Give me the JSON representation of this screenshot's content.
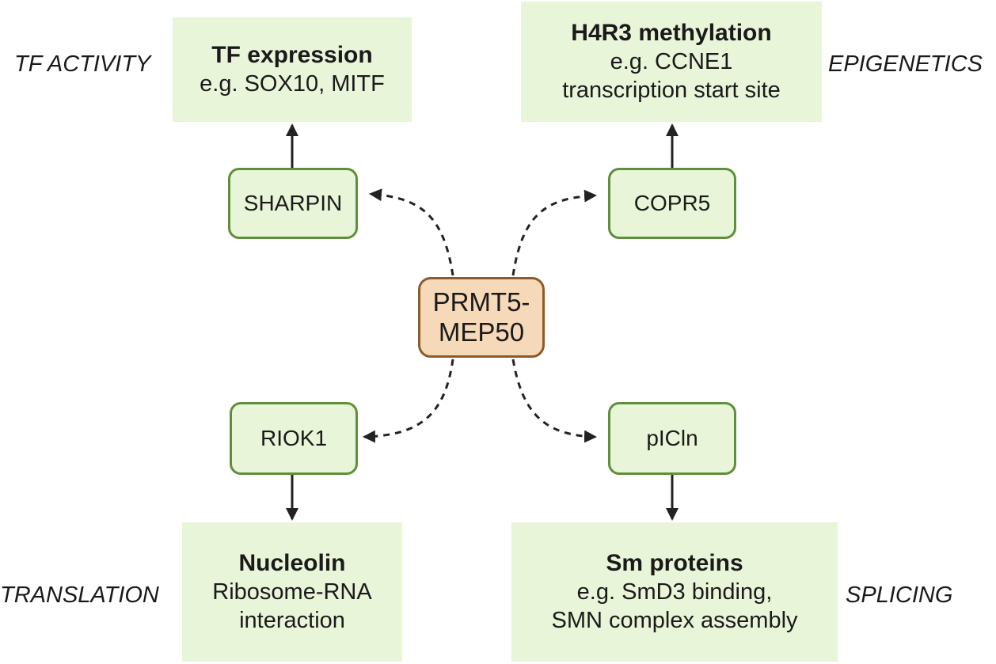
{
  "center": {
    "line1": "PRMT5-",
    "line2": "MEP50"
  },
  "proteins": {
    "sharpin": "SHARPIN",
    "copr5": "COPR5",
    "riok1": "RIOK1",
    "picln": "pICln"
  },
  "outcomes": {
    "tf": {
      "title": "TF expression",
      "lines": [
        "e.g. SOX10, MITF"
      ]
    },
    "h4r3": {
      "title": "H4R3 methylation",
      "lines": [
        "e.g. CCNE1",
        "transcription start site"
      ]
    },
    "nucleolin": {
      "title": "Nucleolin",
      "lines": [
        "Ribosome-RNA",
        "interaction"
      ]
    },
    "sm": {
      "title": "Sm proteins",
      "lines": [
        "e.g. SmD3 binding,",
        "SMN complex assembly"
      ]
    }
  },
  "categories": {
    "tf_activity": "TF ACTIVITY",
    "epigenetics": "EPIGENETICS",
    "translation": "TRANSLATION",
    "splicing": "SPLICING"
  },
  "colors": {
    "box_fill": "#e9f5d8",
    "box_border": "#5f8f3a",
    "center_fill": "#f5d9b8",
    "center_border": "#8c5a2b",
    "arrow": "#222222"
  }
}
